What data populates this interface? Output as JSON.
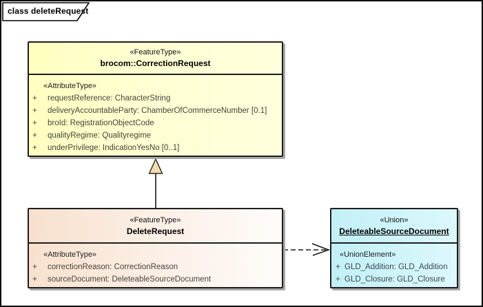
{
  "frame": {
    "label": "class deleteRequest"
  },
  "classes": [
    {
      "id": "correction-request",
      "stereotype": "«FeatureType»",
      "name": "brocom::CorrectionRequest",
      "section_label": "«AttributeType»",
      "attributes": [
        {
          "vis": "+",
          "text": "requestReference: CharacterString"
        },
        {
          "vis": "+",
          "text": "deliveryAccountableParty: ChamberOfCommerceNumber [0.1]"
        },
        {
          "vis": "+",
          "text": "broId: RegistrationObjectCode"
        },
        {
          "vis": "+",
          "text": "qualityRegime: Qualityregime"
        },
        {
          "vis": "+",
          "text": "underPrivilege: IndicationYesNo [0..1]"
        }
      ]
    },
    {
      "id": "delete-request",
      "stereotype": "«FeatureType»",
      "name": "DeleteRequest",
      "section_label": "«AttributeType»",
      "attributes": [
        {
          "vis": "+",
          "text": "correctionReason: CorrectionReason"
        },
        {
          "vis": "+",
          "text": "sourceDocument: DeleteableSourceDocument"
        }
      ]
    },
    {
      "id": "deleteable-source-document",
      "stereotype": "«Union»",
      "name": "DeleteableSourceDocument",
      "section_label": "«UnionElement»",
      "attributes": [
        {
          "vis": "+",
          "text": "GLD_Addition: GLD_Addition"
        },
        {
          "vis": "+",
          "text": "GLD_Closure: GLD_Closure"
        }
      ]
    }
  ],
  "relationships": [
    {
      "type": "generalization",
      "source": "DeleteRequest",
      "target": "brocom::CorrectionRequest"
    },
    {
      "type": "dependency",
      "source": "DeleteRequest",
      "target": "DeleteableSourceDocument"
    }
  ],
  "colors": {
    "correction_fill": "#ffffc0",
    "delete_fill": "#f8e0cd",
    "union_fill": "#c2f0f7",
    "box_border": "#1d1d1d",
    "generalization_arrow_fill": "#f1dcb4",
    "shadow": "#a9a9a9"
  }
}
